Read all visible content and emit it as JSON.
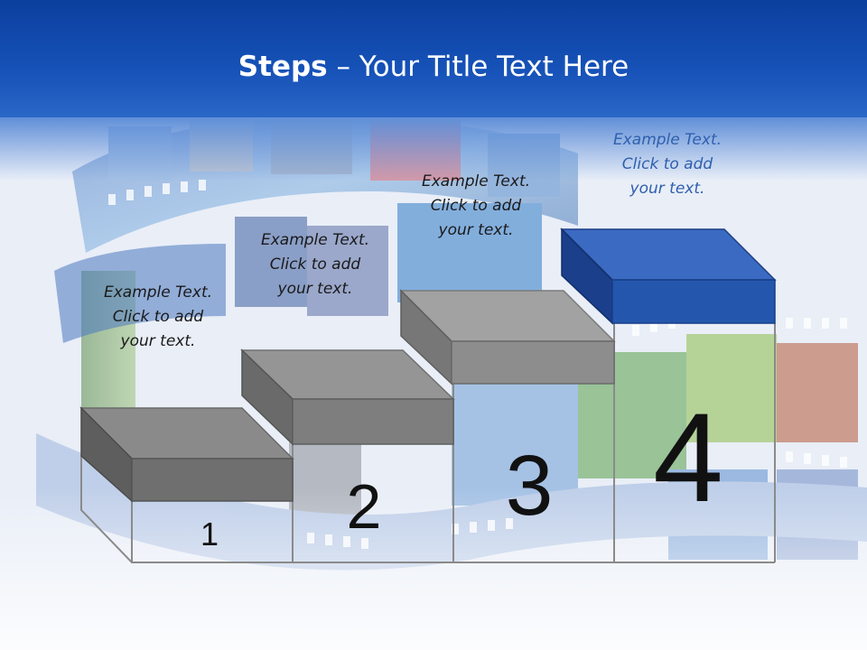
{
  "slide": {
    "title_bold": "Steps",
    "title_rest": " – Your Title Text Here",
    "colors": {
      "header_blue": "#1652b8",
      "step_grey": "#8c8c8c",
      "step_highlight": "#2456ad"
    }
  },
  "steps": [
    {
      "number": "1",
      "caption_lines": [
        "Example Text.",
        "Click  to add",
        "your text."
      ]
    },
    {
      "number": "2",
      "caption_lines": [
        "Example Text.",
        "Click  to add",
        "your text."
      ]
    },
    {
      "number": "3",
      "caption_lines": [
        "Example Text.",
        "Click  to add",
        "your text."
      ]
    },
    {
      "number": "4",
      "caption_lines": [
        "Example Text.",
        "Click  to add",
        "your text."
      ],
      "highlighted": true
    }
  ]
}
